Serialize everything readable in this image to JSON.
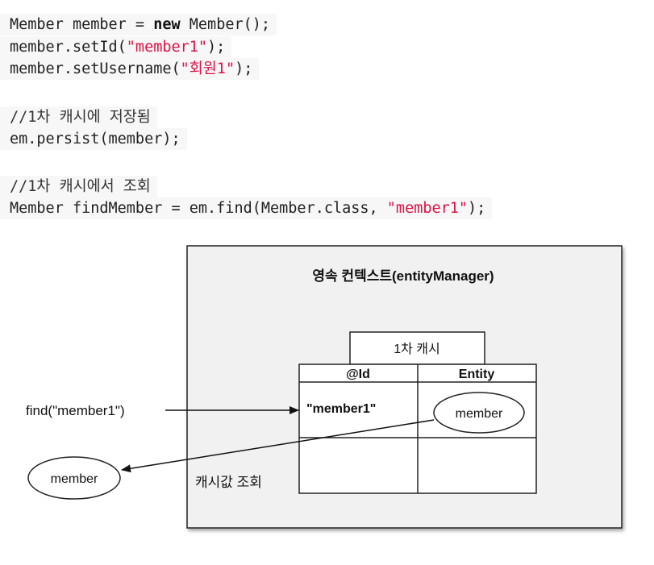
{
  "code": {
    "lines": [
      [
        {
          "t": "Member member = "
        },
        {
          "t": "new",
          "c": "kw"
        },
        {
          "t": " Member();"
        }
      ],
      [
        {
          "t": "member.setId("
        },
        {
          "t": "\"member1\"",
          "c": "str"
        },
        {
          "t": ");"
        }
      ],
      [
        {
          "t": "member.setUsername("
        },
        {
          "t": "\"회원1\"",
          "c": "str"
        },
        {
          "t": ");"
        }
      ],
      [],
      [
        {
          "t": "//1차 캐시에 저장됨",
          "c": "cmt"
        }
      ],
      [
        {
          "t": "em.persist(member);"
        }
      ],
      [],
      [
        {
          "t": "//1차 캐시에서 조회",
          "c": "cmt"
        }
      ],
      [
        {
          "t": "Member findMember = em.find(Member.class, "
        },
        {
          "t": "\"member1\"",
          "c": "str"
        },
        {
          "t": ");"
        }
      ]
    ]
  },
  "diagram": {
    "context_title": "영속 컨텍스트(entityManager)",
    "cache_label": "1차 캐시",
    "col_id": "@Id",
    "col_entity": "Entity",
    "row_id_value": "\"member1\"",
    "row_entity_value": "member",
    "find_call": "find(\"member1\")",
    "result_entity": "member",
    "lookup_label": "캐시값 조회"
  }
}
